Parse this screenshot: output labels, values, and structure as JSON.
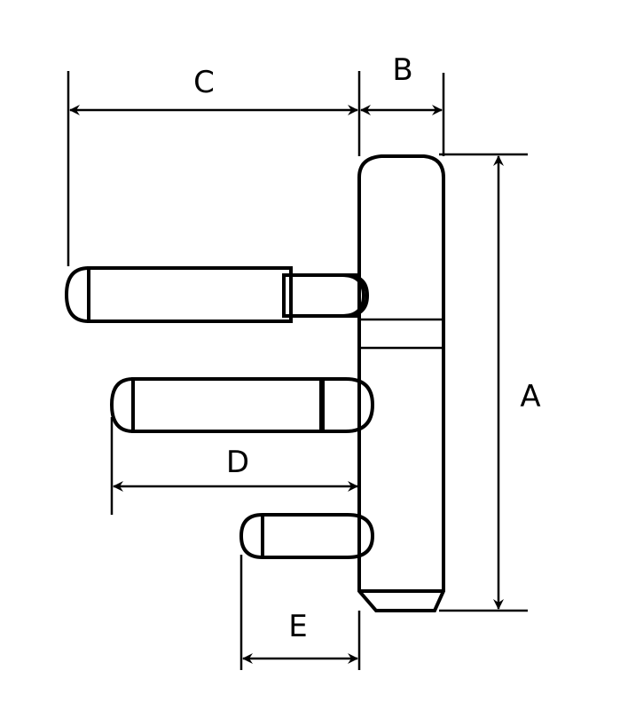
{
  "labels": {
    "a": "A",
    "b": "B",
    "c": "C",
    "d": "D",
    "e": "E"
  },
  "colors": {
    "line": "#000000",
    "fill": "#ffffff",
    "sleeve": "#c8c8c8"
  }
}
